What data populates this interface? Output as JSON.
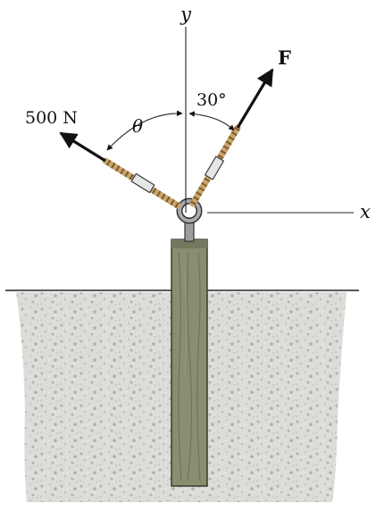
{
  "labels": {
    "axis_y": "y",
    "axis_x": "x",
    "force_known": "500 N",
    "force_unknown": "F",
    "angle_theta": "θ",
    "angle_known": "30°"
  },
  "colors": {
    "ink": "#111111",
    "axis": "#222222",
    "ground_fill": "#dcdcd8",
    "ground_speckle": "#b7b7b2",
    "post_fill": "#8a8d70",
    "post_grain": "#6e7158",
    "rope_main": "#c9a56b",
    "rope_twist": "#7a5a2f",
    "sleeve": "#e6e6e6",
    "ring": "#aaaaaa"
  }
}
